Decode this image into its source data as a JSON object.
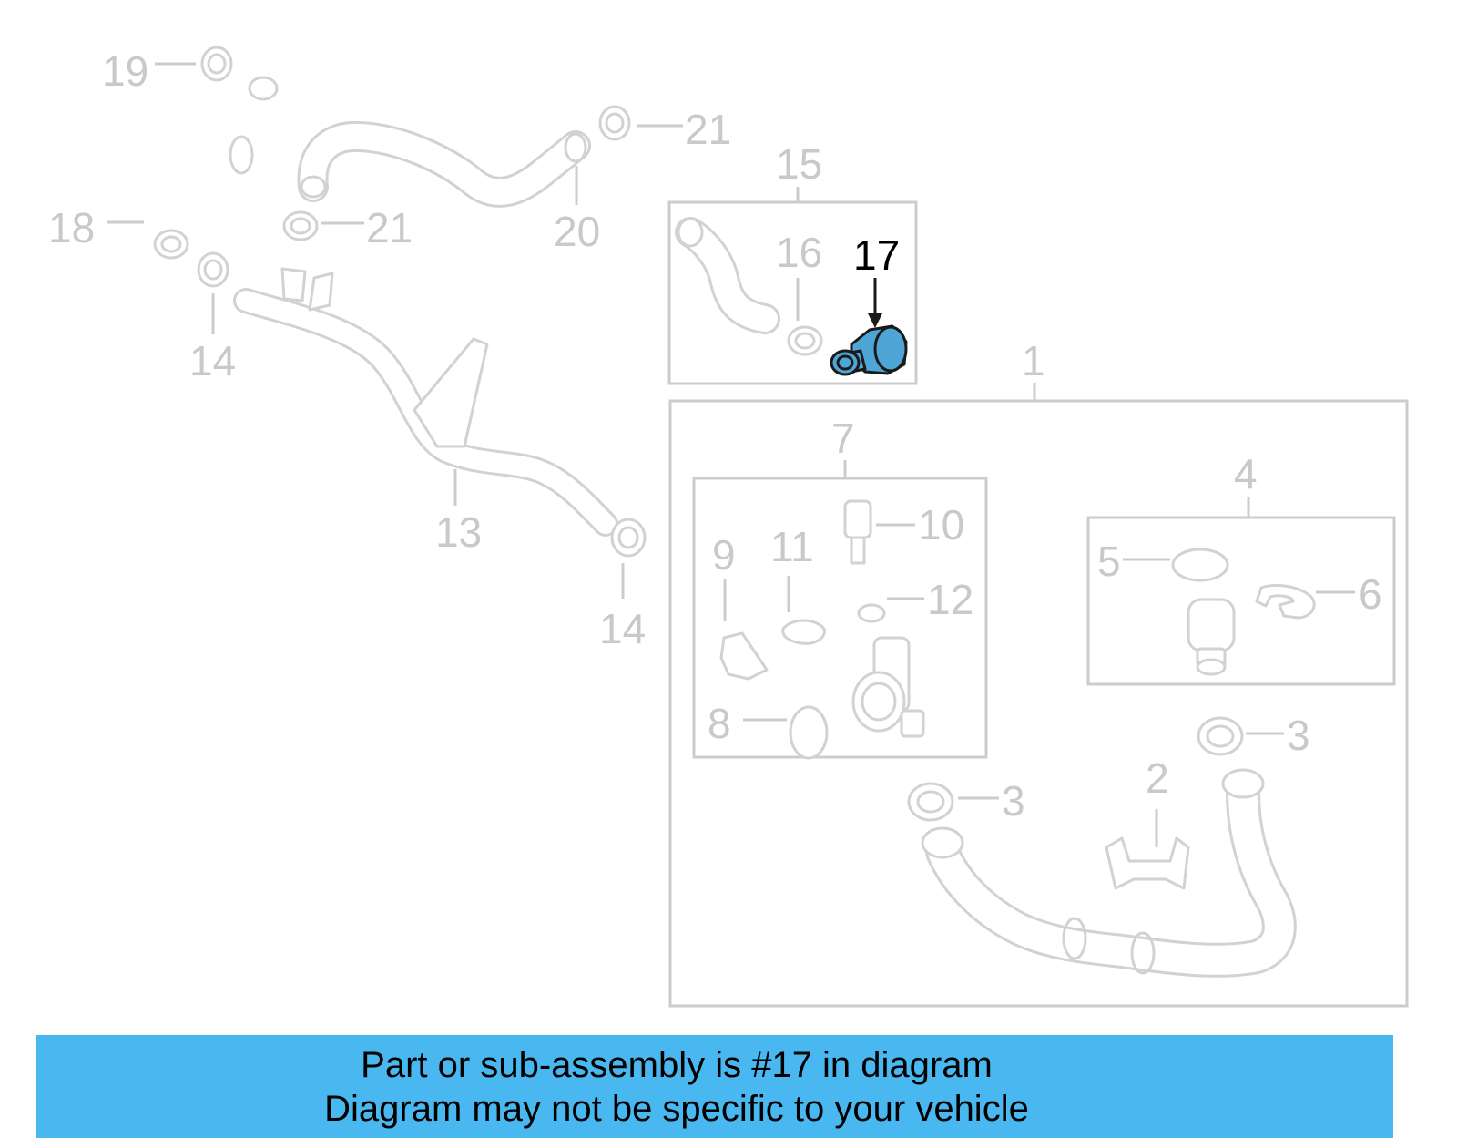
{
  "diagram": {
    "highlighted_part": "17",
    "highlight_color": "#4da6d6",
    "callouts": [
      "19",
      "18",
      "14",
      "21",
      "21",
      "20",
      "15",
      "16",
      "17",
      "13",
      "14",
      "1",
      "7",
      "10",
      "9",
      "11",
      "12",
      "8",
      "4",
      "5",
      "6",
      "3",
      "3",
      "2"
    ]
  },
  "banner": {
    "line1": "Part or sub-assembly is #17 in diagram",
    "line2": "Diagram may not be specific to your vehicle",
    "background": "#4ab8f0"
  }
}
